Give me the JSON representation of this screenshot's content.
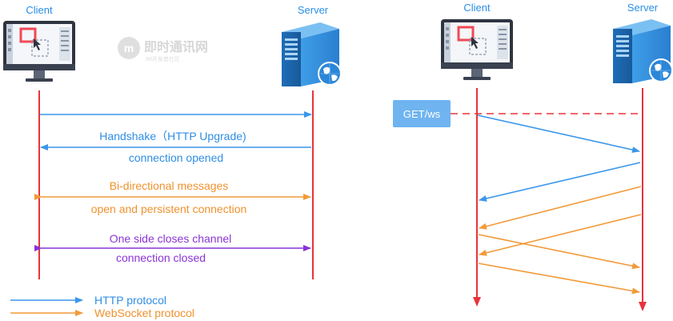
{
  "colors": {
    "http_blue": "#3a96ea",
    "websocket_orange": "#f29a38",
    "close_purple": "#8a33d6",
    "lifeline_red": "#e8333c",
    "get_box_blue": "#6fb4f0"
  },
  "left_diagram": {
    "client_label": "Client",
    "server_label": "Server",
    "messages": {
      "handshake": "Handshake（HTTP Upgrade)",
      "connection_opened": "connection opened",
      "bidirectional": "Bi-directional messages",
      "persistent": "open and persistent connection",
      "close_channel": "One side closes channel",
      "connection_closed": "connection closed"
    }
  },
  "right_diagram": {
    "client_label": "Client",
    "server_label": "Server",
    "request_box": "GET/ws"
  },
  "legend": {
    "http": "HTTP protocol",
    "websocket": "WebSocket protocol"
  },
  "watermark": {
    "text": "即时通讯网",
    "sub": "IM开发者社区"
  },
  "icons": {
    "client": "monitor-icon",
    "server": "server-tower-icon",
    "globe": "globe-icon"
  }
}
